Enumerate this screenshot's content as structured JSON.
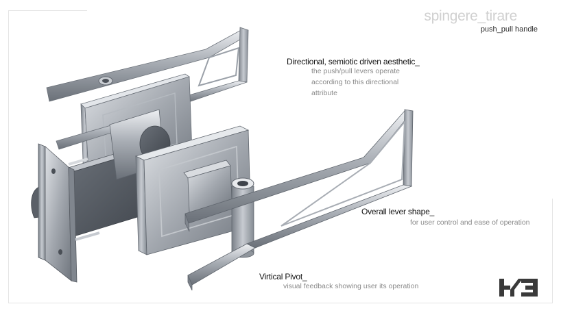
{
  "header": {
    "title": "spingere_tirare",
    "subtitle": "push_pull handle"
  },
  "annotations": [
    {
      "heading": "Directional, semiotic driven aesthetic_",
      "lines": [
        "the push/pull levers operate",
        "according to this directional",
        "attribute"
      ]
    },
    {
      "heading": "Overall lever shape_",
      "lines": [
        "for user control and ease of operation"
      ]
    },
    {
      "heading": "Virtical Pivot_",
      "lines": [
        "visual feedback showing user its operation"
      ]
    }
  ],
  "colors": {
    "metal_light": "#d9dde2",
    "metal_mid": "#9aa0a8",
    "metal_dark": "#5f656d",
    "title_gray": "#d0d0d0",
    "logo": "#3a3a3a"
  },
  "logo": {
    "icon": "h3-logo-icon"
  }
}
